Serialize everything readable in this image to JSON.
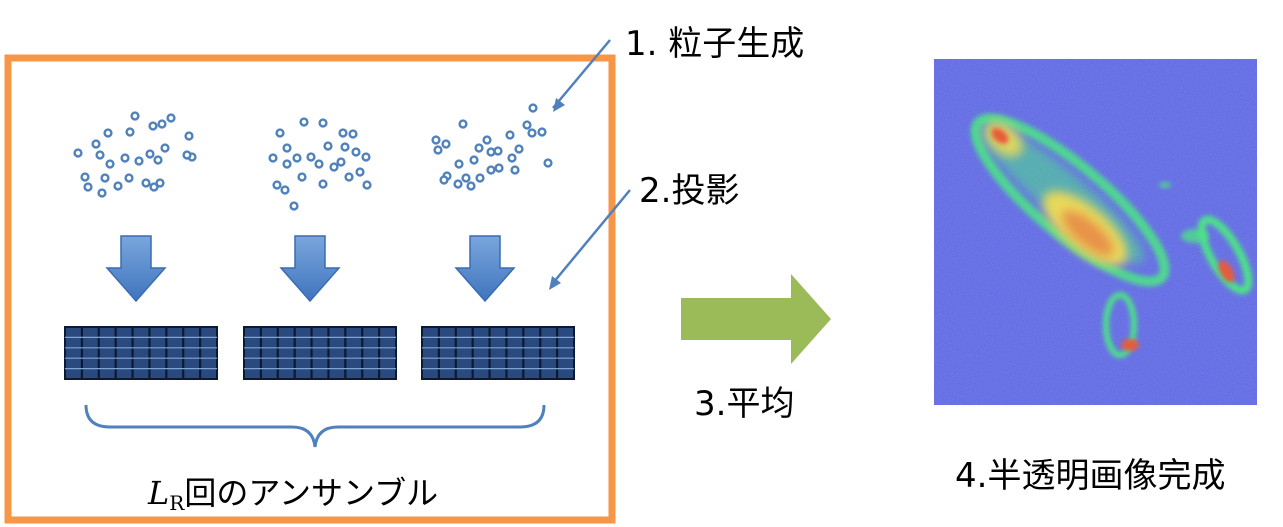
{
  "labels": {
    "step1": "1. 粒子生成",
    "step2": "2.投影",
    "step3": "3.平均",
    "step4": "4.半透明画像完成",
    "ensemble_symbol": "L",
    "ensemble_subscript": "R",
    "ensemble_text": "回のアンサンブル"
  },
  "colors": {
    "frame": "#F79646",
    "particle": "#4F81BD",
    "blue_arrow": "#4F81BD",
    "grid_fill": "#2A4A7F",
    "grid_line": "#7FA3D3",
    "green_arrow": "#9BBB59",
    "image_bg": "#5A63E0",
    "heat_green": "#4DE08A",
    "heat_yellow": "#E8D85A",
    "heat_red": "#E85A3A"
  },
  "icons": {
    "particles": "particle-cloud-icon",
    "projection": "down-arrow-icon",
    "detector": "detector-grid-icon",
    "average": "right-arrow-icon"
  }
}
